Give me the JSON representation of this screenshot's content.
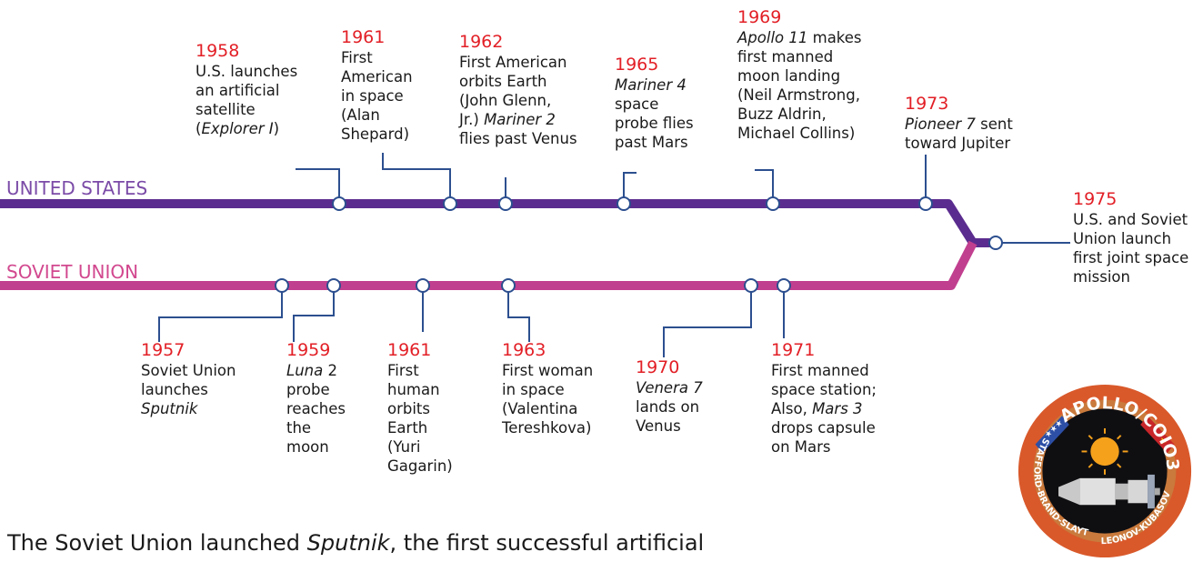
{
  "tracks": {
    "us": {
      "label": "UNITED STATES",
      "color": "#5b2c8f",
      "label_color": "#7b4ba7"
    },
    "soviet": {
      "label": "SOVIET UNION",
      "color": "#c13f8f",
      "label_color": "#d2488f"
    }
  },
  "events": [
    {
      "id": "us-1958",
      "year": "1958",
      "parts": [
        [
          "U.S. launches\nan artificial\nsatellite\n(",
          false
        ],
        [
          "Explorer I",
          true
        ],
        [
          ")",
          false
        ]
      ]
    },
    {
      "id": "us-1961",
      "year": "1961",
      "parts": [
        [
          "First\nAmerican\nin space\n(Alan\nShepard)",
          false
        ]
      ]
    },
    {
      "id": "us-1962",
      "year": "1962",
      "parts": [
        [
          "First American\norbits Earth\n(John Glenn,\nJr.) ",
          false
        ],
        [
          "Mariner 2",
          true
        ],
        [
          "\nflies past Venus",
          false
        ]
      ]
    },
    {
      "id": "us-1965",
      "year": "1965",
      "parts": [
        [
          "Mariner 4",
          true
        ],
        [
          "\nspace\nprobe flies\npast Mars",
          false
        ]
      ]
    },
    {
      "id": "us-1969",
      "year": "1969",
      "parts": [
        [
          "Apollo 11",
          true
        ],
        [
          " makes\nfirst manned\nmoon landing\n(Neil Armstrong,\nBuzz Aldrin,\nMichael Collins)",
          false
        ]
      ]
    },
    {
      "id": "us-1973",
      "year": "1973",
      "parts": [
        [
          "Pioneer 7",
          true
        ],
        [
          " sent\ntoward Jupiter",
          false
        ]
      ]
    },
    {
      "id": "joint-1975",
      "year": "1975",
      "parts": [
        [
          "U.S. and Soviet\nUnion launch\nfirst joint space\nmission",
          false
        ]
      ]
    },
    {
      "id": "su-1957",
      "year": "1957",
      "parts": [
        [
          "Soviet Union\nlaunches\n",
          false
        ],
        [
          "Sputnik",
          true
        ]
      ]
    },
    {
      "id": "su-1959",
      "year": "1959",
      "parts": [
        [
          "Luna",
          true
        ],
        [
          " 2\nprobe\nreaches\nthe\nmoon",
          false
        ]
      ]
    },
    {
      "id": "su-1961",
      "year": "1961",
      "parts": [
        [
          "First\nhuman\norbits\nEarth\n(Yuri\nGagarin)",
          false
        ]
      ]
    },
    {
      "id": "su-1963",
      "year": "1963",
      "parts": [
        [
          "First woman\nin space\n(Valentina\nTereshkova)",
          false
        ]
      ]
    },
    {
      "id": "su-1970",
      "year": "1970",
      "parts": [
        [
          "Venera 7",
          true
        ],
        [
          "\nlands on\nVenus",
          false
        ]
      ]
    },
    {
      "id": "su-1971",
      "year": "1971",
      "parts": [
        [
          "First manned\nspace station;\nAlso, ",
          false
        ],
        [
          "Mars 3",
          true
        ],
        [
          "\ndrops capsule\non Mars",
          false
        ]
      ]
    }
  ],
  "caption": {
    "parts": [
      [
        "The Soviet Union launched ",
        false
      ],
      [
        "Sputnik",
        true
      ],
      [
        ", the first successful artificial",
        false
      ]
    ]
  },
  "patch": {
    "top_text": "APOLLO/COIO3",
    "left_text": "STAFFORD-BRAND-SLAYTON",
    "bottom_text": "LEONOV-KUBASOV",
    "rim_color": "#d9592b",
    "sun_color": "#f5a11c"
  }
}
